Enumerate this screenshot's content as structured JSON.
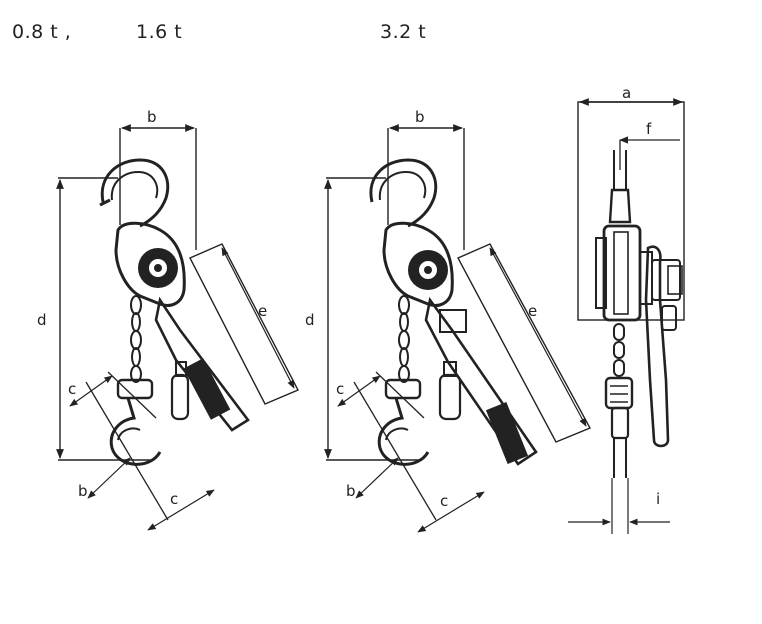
{
  "captions": {
    "cap1": "0.8 t ,",
    "cap2": "1.6 t",
    "cap3": "3.2 t"
  },
  "dims": {
    "a": "a",
    "b": "b",
    "c": "c",
    "d": "d",
    "e": "e",
    "f": "f",
    "i": "i"
  },
  "colors": {
    "ink": "#222222",
    "paper": "#ffffff"
  }
}
